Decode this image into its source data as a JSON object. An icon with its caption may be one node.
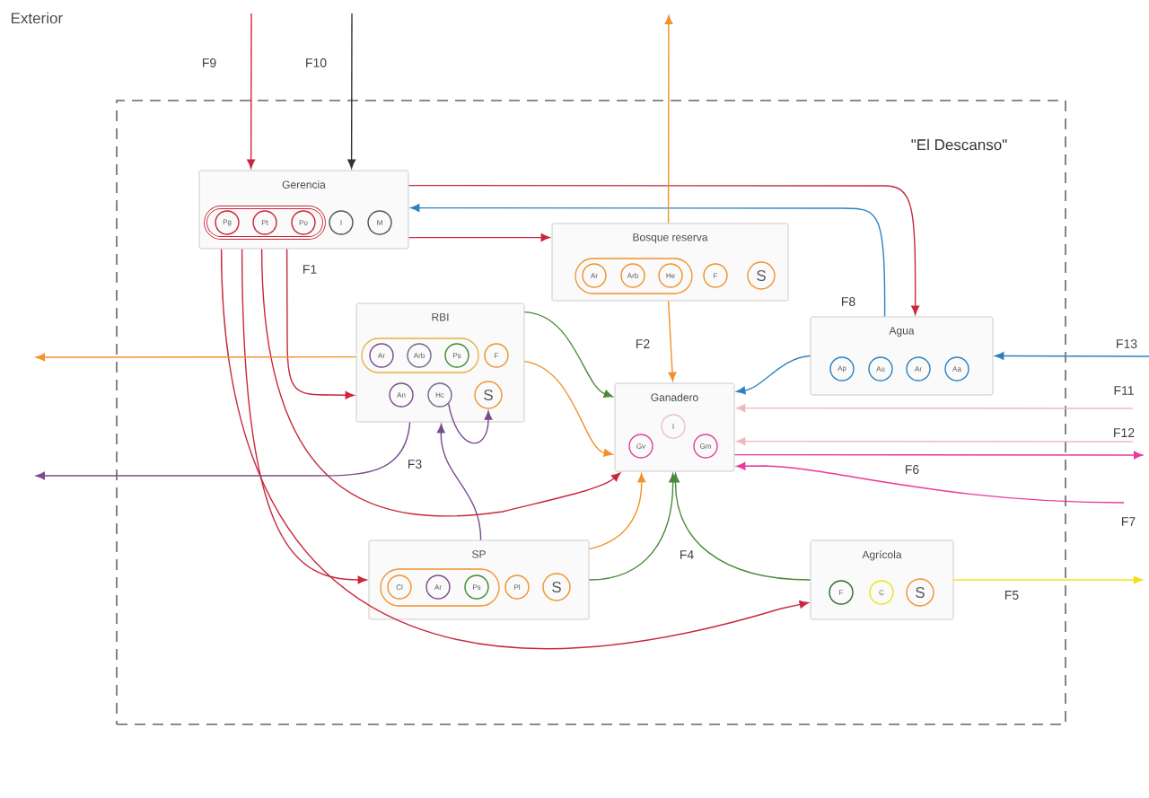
{
  "diagram": {
    "nodes": [
      {
        "text": [
          "\"El Descanso\""
        ]
      },
      {
        "text": [
          "Gerencia"
        ],
        "in": 0
      },
      {
        "text": [
          "Pg"
        ],
        "in": 1
      },
      {
        "text": [
          "Pt"
        ],
        "in": 1
      },
      {
        "text": [
          "Po"
        ],
        "in": 1
      },
      {
        "text": [
          "I"
        ],
        "in": 1
      },
      {
        "text": [
          "M"
        ],
        "in": 1
      },
      {
        "text": [
          "Bosque reserva"
        ],
        "in": 0
      },
      {
        "text": [
          "Ar"
        ],
        "in": 7
      },
      {
        "text": [
          "Arb"
        ],
        "in": 7
      },
      {
        "text": [
          "He"
        ],
        "in": 7
      },
      {
        "text": [
          "F"
        ],
        "in": 7
      },
      {
        "text": [
          "S"
        ],
        "in": 7
      },
      {
        "text": [
          "RBI"
        ],
        "in": 0
      },
      {
        "text": [
          "Ar"
        ],
        "in": 13
      },
      {
        "text": [
          "Arb"
        ],
        "in": 13
      },
      {
        "text": [
          "Ps"
        ],
        "in": 13
      },
      {
        "text": [
          "F"
        ],
        "in": 13
      },
      {
        "text": [
          "An"
        ],
        "in": 13
      },
      {
        "text": [
          "Hc"
        ],
        "in": 13
      },
      {
        "text": [
          "S"
        ],
        "in": 13
      },
      {
        "text": [
          "Ganadero"
        ],
        "in": 0
      },
      {
        "text": [
          "I"
        ],
        "in": 21
      },
      {
        "text": [
          "Gv"
        ],
        "in": 21
      },
      {
        "text": [
          "Gm"
        ],
        "in": 21
      },
      {
        "text": [
          "Agua"
        ],
        "in": 0
      },
      {
        "text": [
          "Ap"
        ],
        "in": 25
      },
      {
        "text": [
          "Au"
        ],
        "in": 25
      },
      {
        "text": [
          "Ar"
        ],
        "in": 25
      },
      {
        "text": [
          "Aa"
        ],
        "in": 25
      },
      {
        "text": [
          "SP"
        ],
        "in": 0
      },
      {
        "text": [
          "Cl"
        ],
        "in": 30
      },
      {
        "text": [
          "Ar"
        ],
        "in": 30
      },
      {
        "text": [
          "Ps"
        ],
        "in": 30
      },
      {
        "text": [
          "Pl"
        ],
        "in": 30
      },
      {
        "text": [
          "S"
        ],
        "in": 30
      },
      {
        "text": [
          "Agrícola"
        ],
        "in": 0
      },
      {
        "text": [
          "F"
        ],
        "in": 36
      },
      {
        "text": [
          "C"
        ],
        "in": 36
      },
      {
        "text": [
          "S"
        ],
        "in": 36
      }
    ],
    "edges": [
      {
        "from": null,
        "to": 1,
        "arrow": "to",
        "label": "F9"
      },
      {
        "from": null,
        "to": 1,
        "arrow": "to",
        "label": "F10",
        "color": "#333333"
      },
      {
        "from": 1,
        "to": 7,
        "arrow": "to"
      },
      {
        "from": 1,
        "to": 25,
        "arrow": "to"
      },
      {
        "from": 25,
        "to": 1,
        "arrow": "to",
        "label": "F8",
        "color": "#2c82c0"
      },
      {
        "from": 7,
        "to": null,
        "arrow": "to",
        "color": "#f0922c"
      },
      {
        "from": 7,
        "to": 21,
        "arrow": "to",
        "label": "F2",
        "color": "#f0922c"
      },
      {
        "from": 1,
        "to": 13,
        "arrow": "to",
        "label": "F1"
      },
      {
        "from": 1,
        "to": 21,
        "arrow": "to"
      },
      {
        "from": 1,
        "to": 30,
        "arrow": "to"
      },
      {
        "from": 1,
        "to": 36,
        "arrow": "to"
      },
      {
        "from": 13,
        "to": null,
        "arrow": "to",
        "color": "#f0922c"
      },
      {
        "from": 13,
        "to": null,
        "arrow": "to",
        "label": "F3",
        "color": "#7a4a8c"
      },
      {
        "from": 13,
        "to": 21,
        "arrow": "to",
        "color": "#4a8a3a"
      },
      {
        "from": 13,
        "to": 21,
        "arrow": "to",
        "color": "#f0922c"
      },
      {
        "from": 19,
        "to": 20,
        "arrow": "to",
        "color": "#7a4a8c"
      },
      {
        "from": 30,
        "to": 13,
        "arrow": "to",
        "color": "#7a4a8c"
      },
      {
        "from": 30,
        "to": 21,
        "arrow": "to",
        "color": "#f0922c"
      },
      {
        "from": 30,
        "to": 21,
        "arrow": "to",
        "label": "F4",
        "color": "#4a8a3a"
      },
      {
        "from": 36,
        "to": 21,
        "arrow": "to",
        "color": "#4a8a3a"
      },
      {
        "from": 36,
        "to": null,
        "arrow": "to",
        "label": "F5",
        "color": "#f8e010"
      },
      {
        "from": 25,
        "to": 21,
        "arrow": "to",
        "color": "#2c82c0"
      },
      {
        "from": null,
        "to": 25,
        "arrow": "to",
        "label": "F13",
        "color": "#2c82c0"
      },
      {
        "from": null,
        "to": 21,
        "arrow": "to",
        "label": "F11",
        "color": "#f2b6c0"
      },
      {
        "from": null,
        "to": 21,
        "arrow": "to",
        "label": "F12",
        "color": "#f2b6c0"
      },
      {
        "from": 21,
        "to": null,
        "arrow": "to",
        "label": "F6",
        "color": "#e8389a"
      },
      {
        "from": null,
        "to": 21,
        "arrow": "to",
        "label": "F7",
        "color": "#e8389a"
      }
    ],
    "labels": [
      "Exterior"
    ]
  }
}
